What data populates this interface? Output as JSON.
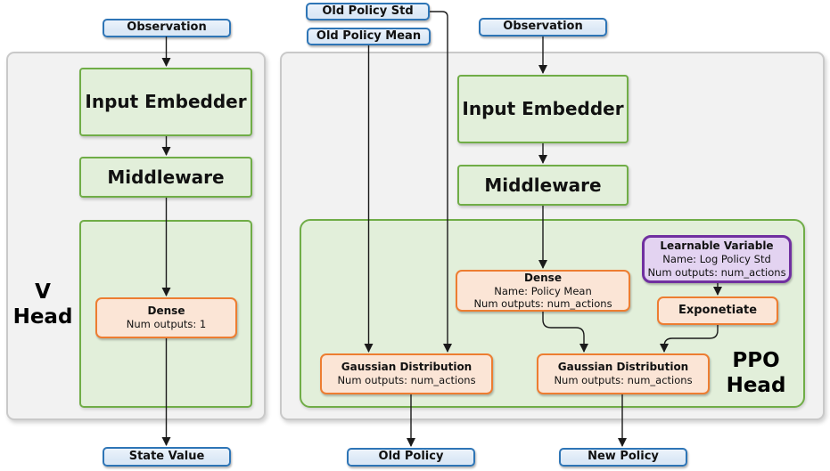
{
  "colors": {
    "panel_bg": "#f2f2f2",
    "panel_border": "#c9c9c9",
    "green_fill": "#e2efda",
    "green_border": "#70ad47",
    "orange_fill": "#fbe5d6",
    "orange_border": "#ed7d31",
    "purple_fill": "#e3d3f1",
    "purple_border": "#7030a0",
    "blue_fill": "#dbe8f6",
    "blue_border": "#2e75b6",
    "arrow": "#1a1a1a"
  },
  "v_network": {
    "input_label": "Observation",
    "input_embedder_label": "Input Embedder",
    "middleware_label": "Middleware",
    "head_line1": "V",
    "head_line2": "Head",
    "dense_title": "Dense",
    "dense_detail": "Num outputs: 1",
    "output_label": "State Value"
  },
  "ppo_network": {
    "old_policy_std_label": "Old Policy Std",
    "old_policy_mean_label": "Old Policy Mean",
    "input_label": "Observation",
    "input_embedder_label": "Input Embedder",
    "middleware_label": "Middleware",
    "head_line1": "PPO",
    "head_line2": "Head",
    "dense_title": "Dense",
    "dense_detail1": "Name: Policy Mean",
    "dense_detail2": "Num outputs: num_actions",
    "learnable_title": "Learnable Variable",
    "learnable_detail1": "Name: Log Policy Std",
    "learnable_detail2": "Num outputs: num_actions",
    "exponetiate_label": "Exponetiate",
    "gaussian_old_title": "Gaussian Distribution",
    "gaussian_old_detail": "Num outputs: num_actions",
    "gaussian_new_title": "Gaussian Distribution",
    "gaussian_new_detail": "Num outputs: num_actions",
    "old_policy_output_label": "Old Policy",
    "new_policy_output_label": "New Policy"
  }
}
